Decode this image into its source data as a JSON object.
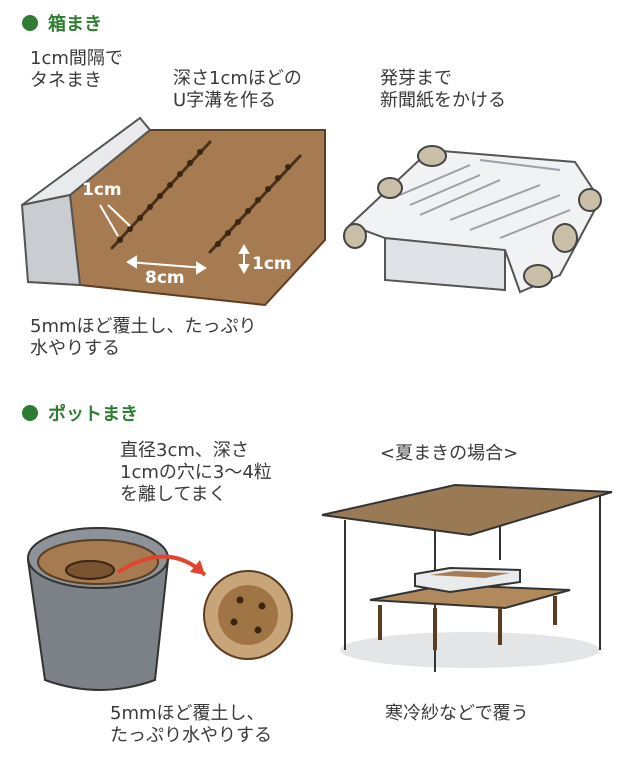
{
  "section1": {
    "title": "箱まき",
    "spacing_note": "1cm間隔で\nタネまき",
    "groove_note": "深さ1cmほどの\nU字溝を作る",
    "cover_note": "発芽まで\n新聞紙をかける",
    "dim_hole": "1cm",
    "dim_row": "8cm",
    "dim_depth": "1cm",
    "soil_note": "5mmほど覆土し、たっぷり\n水やりする"
  },
  "section2": {
    "title": "ポットまき",
    "hole_note": "直径3cm、深さ\n1cmの穴に3〜4粒\nを離してまく",
    "summer_title": "<夏まきの場合>",
    "soil_note": "5mmほど覆土し、\nたっぷり水やりする",
    "shade_note": "寒冷紗などで覆う"
  },
  "colors": {
    "accent": "#2e7d32",
    "soil": "#a0754e",
    "arrow": "#e2452f"
  }
}
